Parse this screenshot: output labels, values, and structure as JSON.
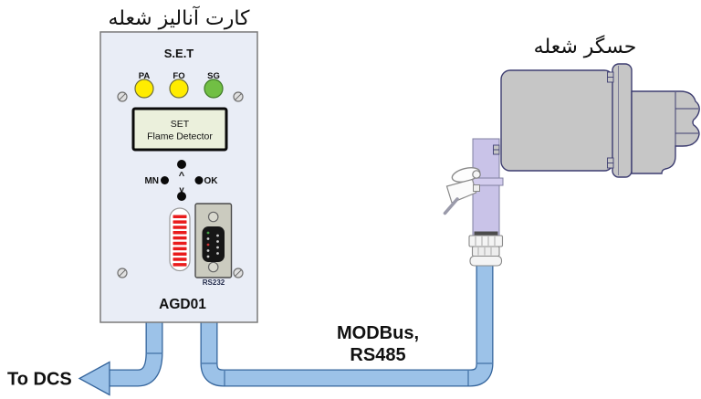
{
  "analyzer_card": {
    "title": "کارت آنالیز شعله",
    "header": "S.E.T",
    "leds": [
      {
        "label": "PA",
        "color": "#ffec00"
      },
      {
        "label": "FO",
        "color": "#ffec00"
      },
      {
        "label": "SG",
        "color": "#71bf44"
      }
    ],
    "lcd": {
      "line1": "SET",
      "line2": "Flame Detector"
    },
    "nav": {
      "left": "MN",
      "right": "OK",
      "up": "^",
      "down": "v"
    },
    "led_bar": {
      "segments": 10,
      "color": "#e91c1c"
    },
    "connector_label": "RS232",
    "model": "AGD01"
  },
  "sensor": {
    "title": "حسگر شعله"
  },
  "connections": {
    "bus_line1": "MODBus,",
    "bus_line2": "RS485",
    "dcs_label": "To DCS",
    "pipe_color": "#9cc2e8",
    "pipe_outline": "#35659c"
  }
}
